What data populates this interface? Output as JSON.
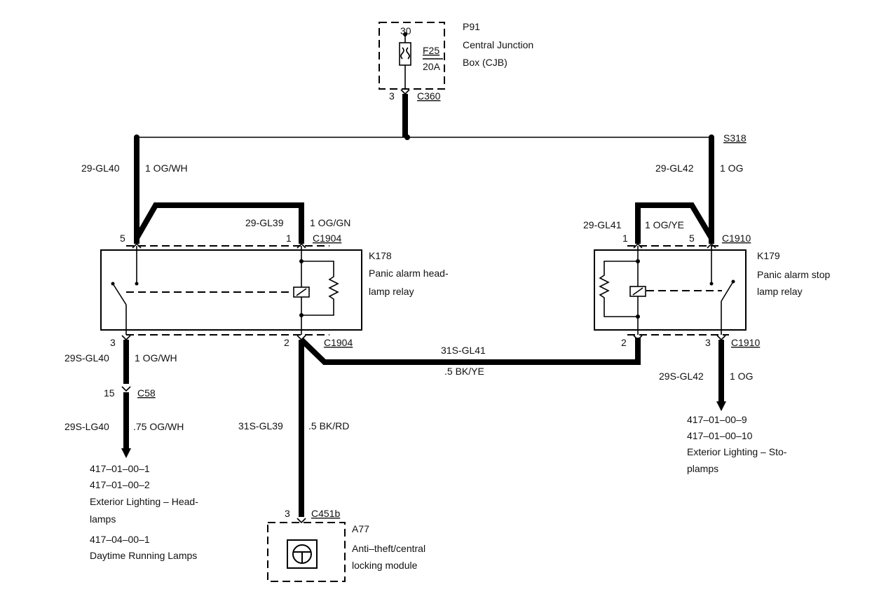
{
  "cjb": {
    "id": "P91",
    "name_line1": "Central Junction",
    "name_line2": "Box (CJB)",
    "pin_in": "30",
    "fuse": "F25",
    "rating": "20A",
    "pin_out": "3",
    "connector": "C360"
  },
  "splice": "S318",
  "left_feed": {
    "circuit": "29-GL40",
    "wire": "1 OG/WH"
  },
  "right_feed": {
    "circuit": "29-GL42",
    "wire": "1 OG"
  },
  "k178": {
    "id": "K178",
    "line1": "Panic alarm head-",
    "line2": "lamp relay",
    "coil_circuit": "29-GL39",
    "coil_wire": "1 OG/GN",
    "pin5": "5",
    "pin1": "1",
    "pin3": "3",
    "pin2": "2",
    "connector_top": "C1904",
    "connector_bottom": "C1904"
  },
  "k179": {
    "id": "K179",
    "line1": "Panic alarm stop",
    "line2": "lamp relay",
    "coil_circuit": "29-GL41",
    "coil_wire": "1 OG/YE",
    "pin1": "1",
    "pin5": "5",
    "pin2": "2",
    "pin3": "3",
    "connector_top": "C1910",
    "connector_bottom": "C1910"
  },
  "left_out": {
    "circuit": "29S-GL40",
    "wire": "1 OG/WH",
    "pin": "15",
    "connector": "C58",
    "circuit2": "29S-LG40",
    "wire2": ".75 OG/WH",
    "refs": [
      "417–01–00–1",
      "417–01–00–2",
      "Exterior Lighting – Head-",
      "lamps",
      "417–04–00–1",
      "Daytime Running Lamps"
    ]
  },
  "mid": {
    "circuit": "31S-GL41",
    "wire": ".5 BK/YE",
    "down_circuit": "31S-GL39",
    "down_wire": ".5 BK/RD"
  },
  "a77": {
    "pin": "3",
    "connector": "C451b",
    "id": "A77",
    "line1": "Anti–theft/central",
    "line2": "locking module"
  },
  "right_out": {
    "circuit": "29S-GL42",
    "wire": "1 OG",
    "refs": [
      "417–01–00–9",
      "417–01–00–10",
      "Exterior Lighting – Sto-",
      "plamps"
    ]
  }
}
